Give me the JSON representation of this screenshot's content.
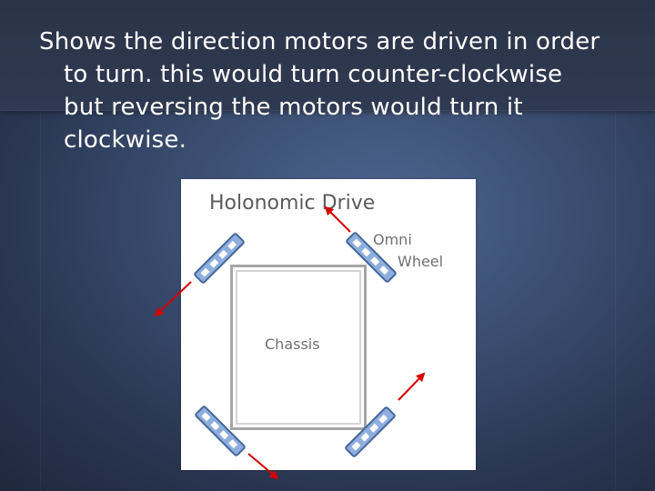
{
  "slide": {
    "lines": [
      "Shows the direction motors are driven in order",
      "to turn. this would turn counter-clockwise",
      "but reversing the motors would turn it",
      "clockwise."
    ]
  },
  "diagram": {
    "title": "Holonomic Drive",
    "omni_label": "Omni",
    "wheel_label": "Wheel",
    "chassis_label": "Chassis"
  },
  "colors": {
    "arrow": "#d60000",
    "wheel": "#6e93c8",
    "wheel_outline": "#44679b"
  }
}
